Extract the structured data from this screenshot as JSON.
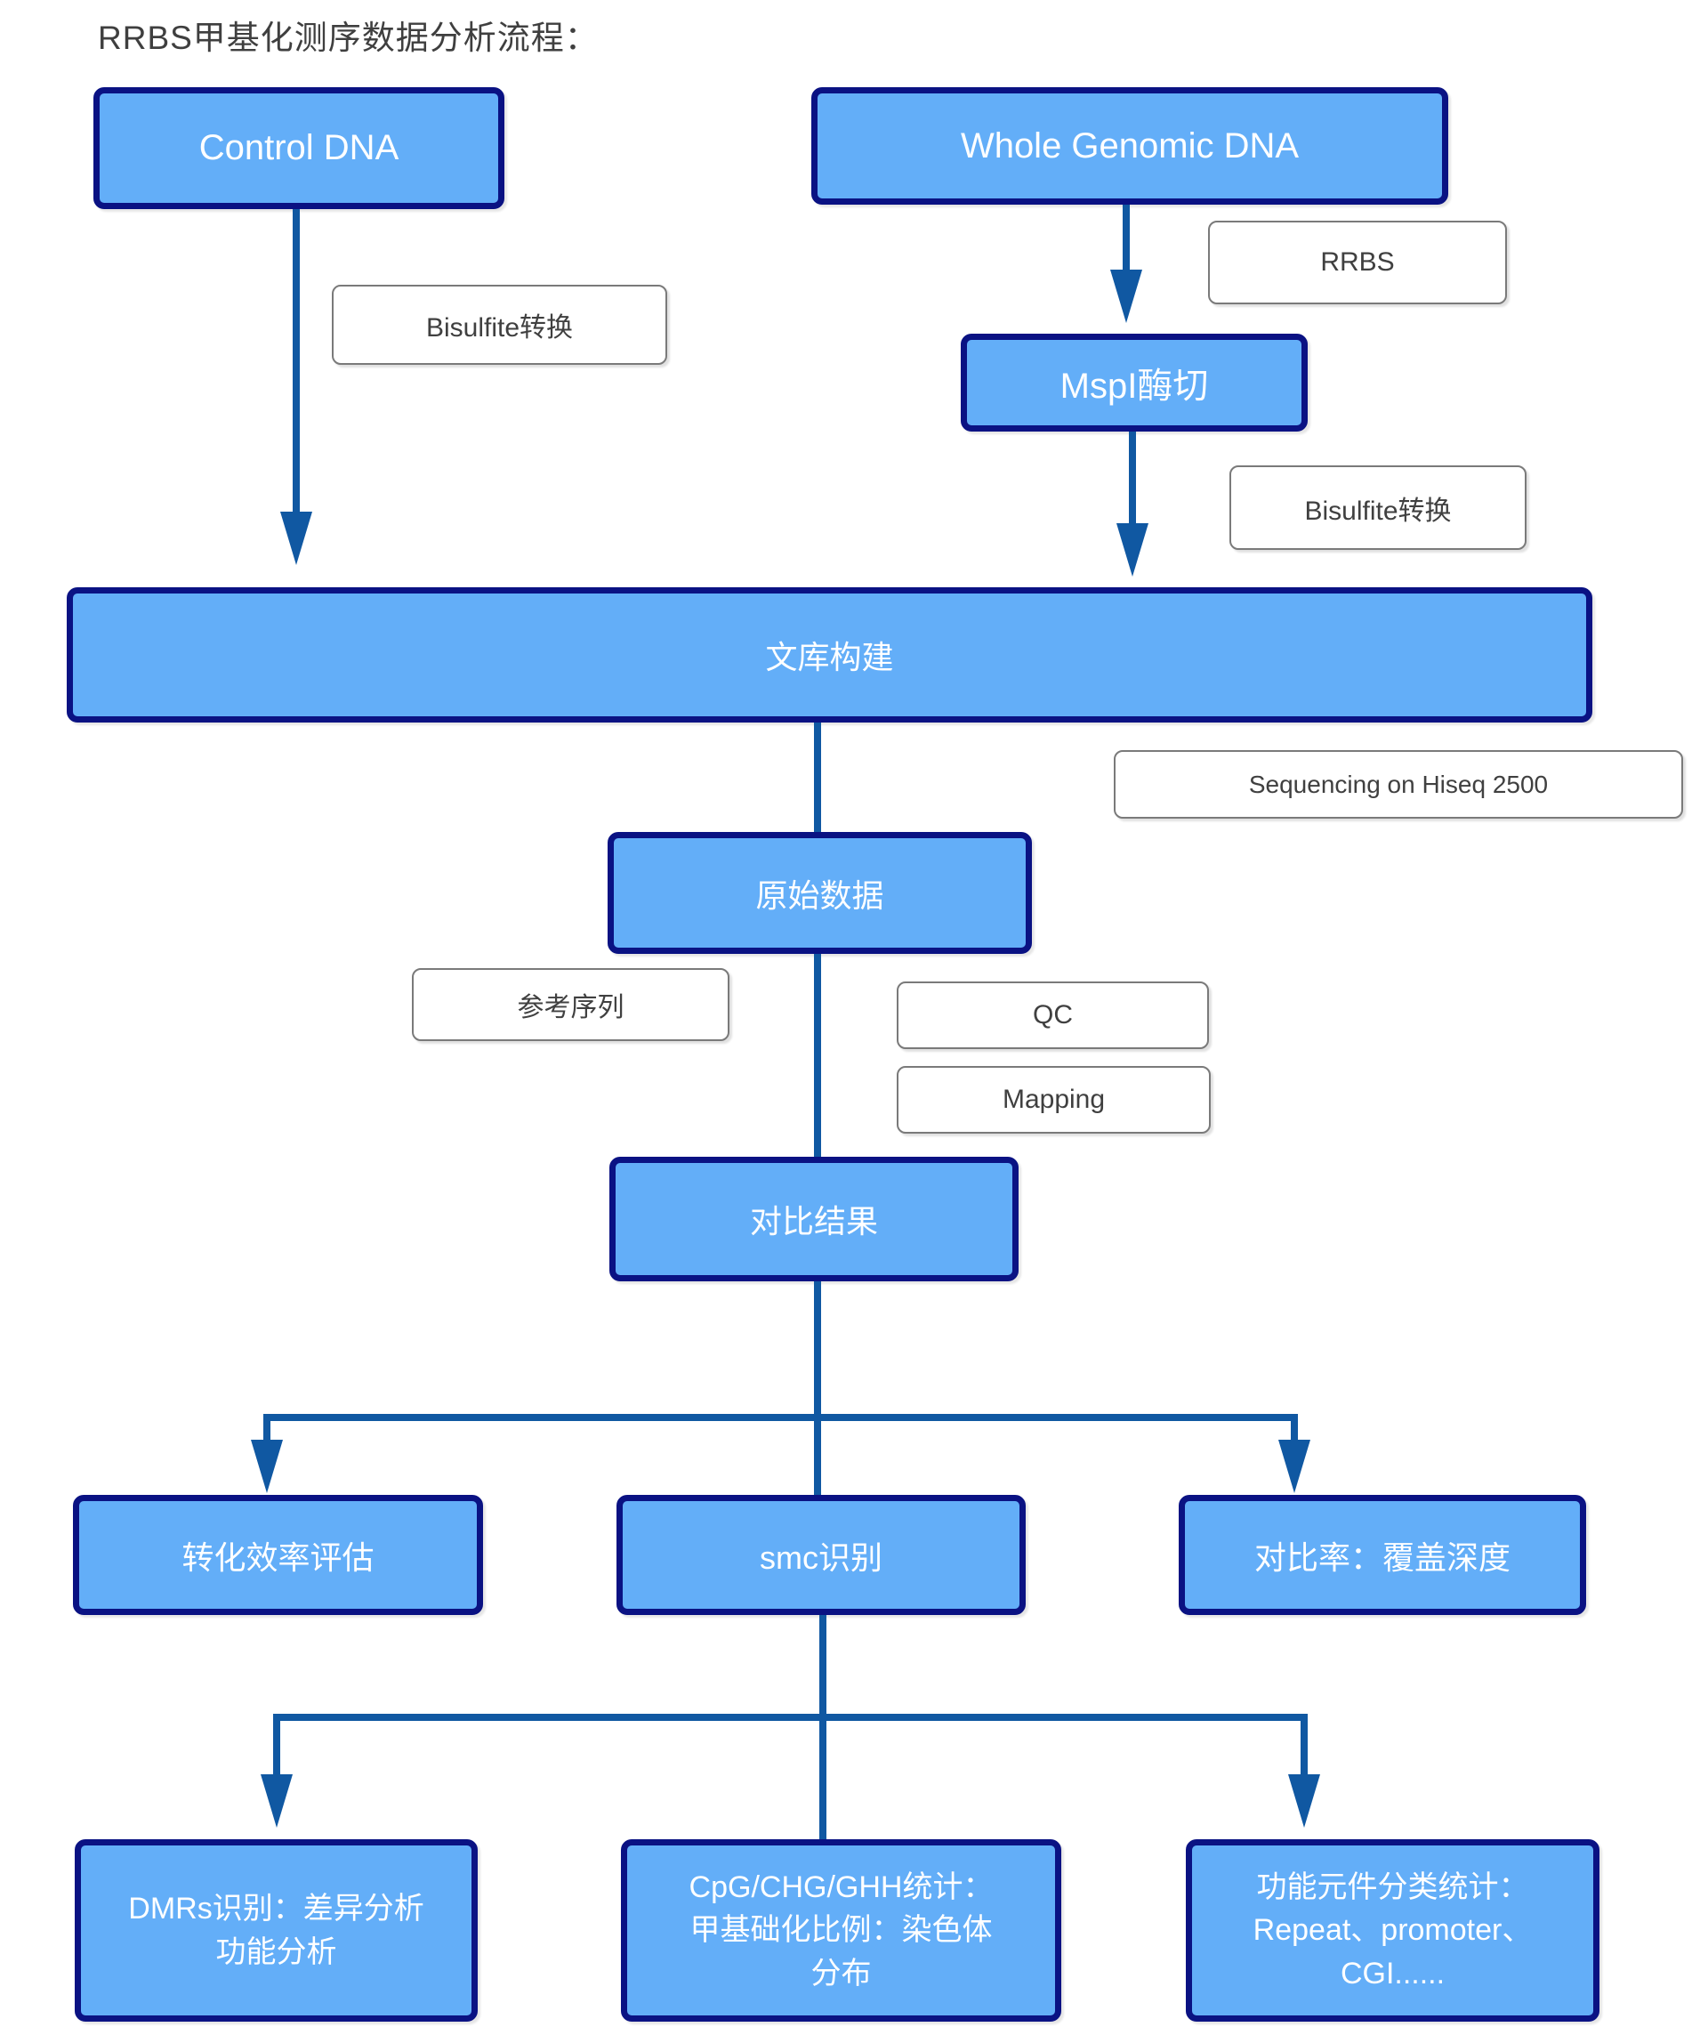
{
  "title": "RRBS甲基化测序数据分析流程：",
  "colors": {
    "node_fill": "#63aef8",
    "node_border": "#0a1283",
    "connector": "#1058a2",
    "label_border": "#7a7a7a",
    "label_text": "#404040",
    "node_text": "#ffffff",
    "title_text": "#3f3f3f"
  },
  "nodes": {
    "control_dna": {
      "label": "Control DNA"
    },
    "whole_genomic_dna": {
      "label": "Whole Genomic DNA"
    },
    "mspi_digest": {
      "label": "MspI酶切"
    },
    "library_construction": {
      "label": "文库构建"
    },
    "raw_data": {
      "label": "原始数据"
    },
    "alignment_result": {
      "label": "对比结果"
    },
    "conversion_efficiency": {
      "label": "转化效率评估"
    },
    "smc_identification": {
      "label": "smc识别"
    },
    "alignment_rate_coverage": {
      "label": "对比率：覆盖深度"
    },
    "dmrs": {
      "line1": "DMRs识别：差异分析",
      "line2": "功能分析"
    },
    "cpg_stats": {
      "line1": "CpG/CHG/GHH统计：",
      "line2": "甲基础化比例：染色体",
      "line3": "分布"
    },
    "functional_elements": {
      "line1": "功能元件分类统计：",
      "line2": "Repeat、promoter、",
      "line3": "CGI......"
    }
  },
  "step_labels": {
    "bisulfite_left": "Bisulfite转换",
    "rrbs": "RRBS",
    "bisulfite_right": "Bisulfite转换",
    "sequencing": "Sequencing on Hiseq 2500",
    "reference_seq": "参考序列",
    "qc": "QC",
    "mapping": "Mapping"
  }
}
